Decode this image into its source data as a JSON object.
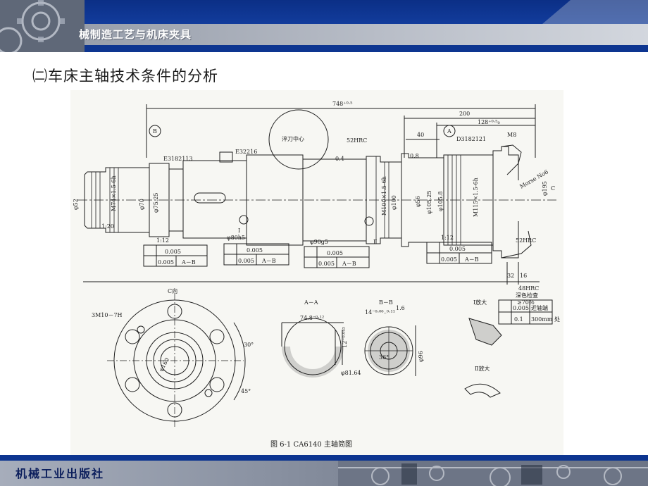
{
  "header": {
    "title": "械制造工艺与机床夹具"
  },
  "section": {
    "title": "㈡车床主轴技术条件的分析"
  },
  "drawing": {
    "caption": "图 6-1    CA6140 主轴简图",
    "labels": {
      "total_length": "748⁺⁰·⁵",
      "len_200": "200",
      "len_128": "128⁺⁰·⁵₀",
      "len_40": "40",
      "hardness_52": "52HRC",
      "hardness_52b": "52HRC",
      "hardness_48": "48HRC",
      "quench_center": "淬刀中心",
      "e3182113": "E3182113",
      "e32216": "E32216",
      "d3182121": "D3182121",
      "datum_b": "B",
      "datum_a": "A",
      "m74": "M74×1.5-6h",
      "m100": "M100×1.5-6h",
      "m115": "M115×1.5-6h",
      "morse": "Morse No6",
      "phi195": "φ195",
      "phi52": "φ52",
      "phi75": "φ75.25",
      "phi70": "φ70",
      "phi56": "φ56",
      "phi105_8": "φ105.8",
      "phi105_25": "φ105.25",
      "phi100": "φ100",
      "phi90": "φ90g5",
      "phi80": "φ80h5",
      "taper_120": "1:20",
      "taper_112a": "1:12",
      "taper_112b": "1:12",
      "tol_0005": "0.005",
      "a_b": "A－B",
      "ra_04": "0.4",
      "ra_08": "0.8",
      "roman_1": "Ⅰ",
      "roman_2": "Ⅱ",
      "dim_32": "32",
      "dim_16": "16",
      "dim_m8": "M8",
      "label_c": "C",
      "view_c": "C向",
      "hole_3m10": "3M10－7H",
      "ang_30": "30°",
      "ang_45": "45°",
      "phi160": "φ160",
      "section_aa": "A－A",
      "section_bb": "B－B",
      "dim_748": "74.8⁻⁰·¹²",
      "dim_12": "12⁻⁰·⁰⁴³",
      "dim_14": "14⁻⁰·⁰⁶₋⁰·¹¹",
      "ra_16": "1.6",
      "phi81": "φ81.64",
      "phi96": "φ96",
      "dim_36": "36°",
      "detail_1": "Ⅰ放大",
      "detail_2": "Ⅱ放大",
      "color_check": "深色检查",
      "percent_70": "≥70％",
      "tol_01": "0.1",
      "near_end": "近轴端",
      "mm300": "300mm 处"
    }
  },
  "footer": {
    "publisher": "机械工业出版社"
  },
  "colors": {
    "header_blue": "#0d3590",
    "header_gray": "#b9bec8"
  }
}
